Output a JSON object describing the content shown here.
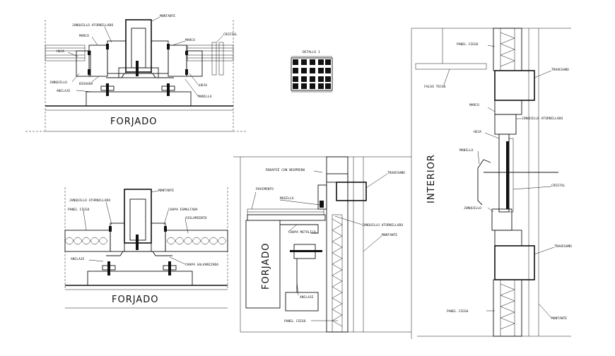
{
  "labels": {
    "montante": "MONTANTE",
    "junquillo_atornillado": "JUNQUILLO ATORNILLADO",
    "marco": "MARCO",
    "cristal": "CRISTAL",
    "hoja": "HOJA",
    "junquillo": "JUNQUILLO",
    "bisagra": "BISAGRA",
    "anclaje": "ANCLAJE",
    "manilla": "MANILLA",
    "forjado": "FORJADO",
    "detalle_1": "DETALLE 1",
    "panel_ciego": "PANEL CIEGO",
    "chapa_esmaltada": "CHAPA ESMALTADA",
    "aislamiento": "AISLAMIENTO",
    "chapa_galvanizada": "CHAPA GALVANIZADA",
    "rodapie_con_neopreno": "RODAPIÉ CON NEOPRENO",
    "pavimento": "PAVIMENTO",
    "masilla": "MASILLA",
    "chapa_metalica": "CHAPA METÁLICA",
    "travesano": "TRAVESAÑO",
    "falso_techo": "FALSO TECHO",
    "interior": "INTERIOR"
  }
}
